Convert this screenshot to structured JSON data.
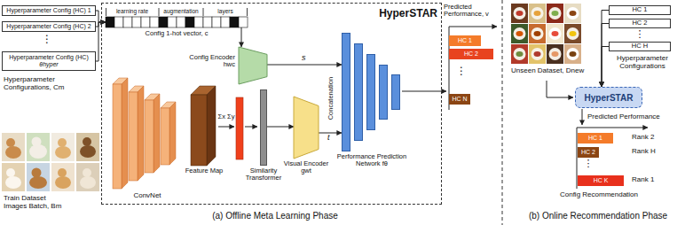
{
  "diagram": {
    "nodes": [
      {
        "text": [
          "Hyperparameter Config (HC) 1"
        ]
      },
      {
        "text": [
          "Hyperparameter Config (HC) 2"
        ]
      },
      {
        "text": [
          "Hyperparameter Config (HC)",
          "θhyper"
        ]
      },
      {
        "text": [
          "HyperSTAR"
        ]
      },
      {
        "text": [
          "learning rate",
          "augmentation",
          "layers",
          "Config 1-hot vector, c"
        ],
        "in": 3
      },
      {
        "text": [
          "Config Encoder hwc"
        ],
        "in": 3
      },
      {
        "text": [
          "ConvNet"
        ],
        "in": 3
      },
      {
        "text": [
          "Feature Map"
        ],
        "in": 3
      },
      {
        "text": [
          "Similarity Transformer"
        ],
        "in": 3
      },
      {
        "text": [
          "Visual Encoder gwt"
        ],
        "in": 3
      },
      {
        "text": [
          "Performance Prediction Network fθ"
        ],
        "in": 3
      },
      {
        "text": [
          "HC 1"
        ]
      },
      {
        "text": [
          "HC 2"
        ]
      },
      {
        "text": [
          "HC N"
        ]
      },
      {
        "text": [
          "HC 1"
        ]
      },
      {
        "text": [
          "HC 2"
        ]
      },
      {
        "text": [
          "HC H"
        ]
      },
      {
        "text": [
          "HyperSTAR"
        ]
      },
      {
        "text": [
          "HC 1"
        ]
      },
      {
        "text": [
          "HC 2"
        ]
      },
      {
        "text": [
          "HC K"
        ]
      }
    ],
    "edges": [
      {
        "from": 0,
        "to": 4,
        "arrow": "to"
      },
      {
        "from": 1,
        "to": 4,
        "arrow": "to"
      },
      {
        "from": 2,
        "to": 4,
        "arrow": "to"
      },
      {
        "from": 4,
        "to": 5,
        "arrow": "to"
      },
      {
        "from": 5,
        "to": 10,
        "label": "s",
        "arrow": "to"
      },
      {
        "from": 8,
        "to": 9,
        "arrow": "to"
      },
      {
        "from": 9,
        "to": 10,
        "label": "t",
        "arrow": "to"
      },
      {
        "from": 14,
        "to": 17,
        "arrow": "to"
      },
      {
        "from": 15,
        "to": 17,
        "arrow": "to"
      },
      {
        "from": 16,
        "to": 17,
        "arrow": "to"
      }
    ],
    "labels": [
      "⋮",
      "Hyperparameter Configurations, Cm",
      "Train Dataset Images Batch, Bm",
      "Σx Σy",
      "Concatenation",
      "Predicted Performance, v",
      "⋮",
      "(a) Offline Meta Learning Phase",
      "Unseen Dataset, Dnew",
      "⋮",
      "Hyperparameter Configurations",
      "Predicted Performance",
      "Rank 2",
      "Rank H",
      "⋮",
      "Rank 1",
      "Config Recommendation",
      "(b) Online Recommendation Phase"
    ]
  }
}
